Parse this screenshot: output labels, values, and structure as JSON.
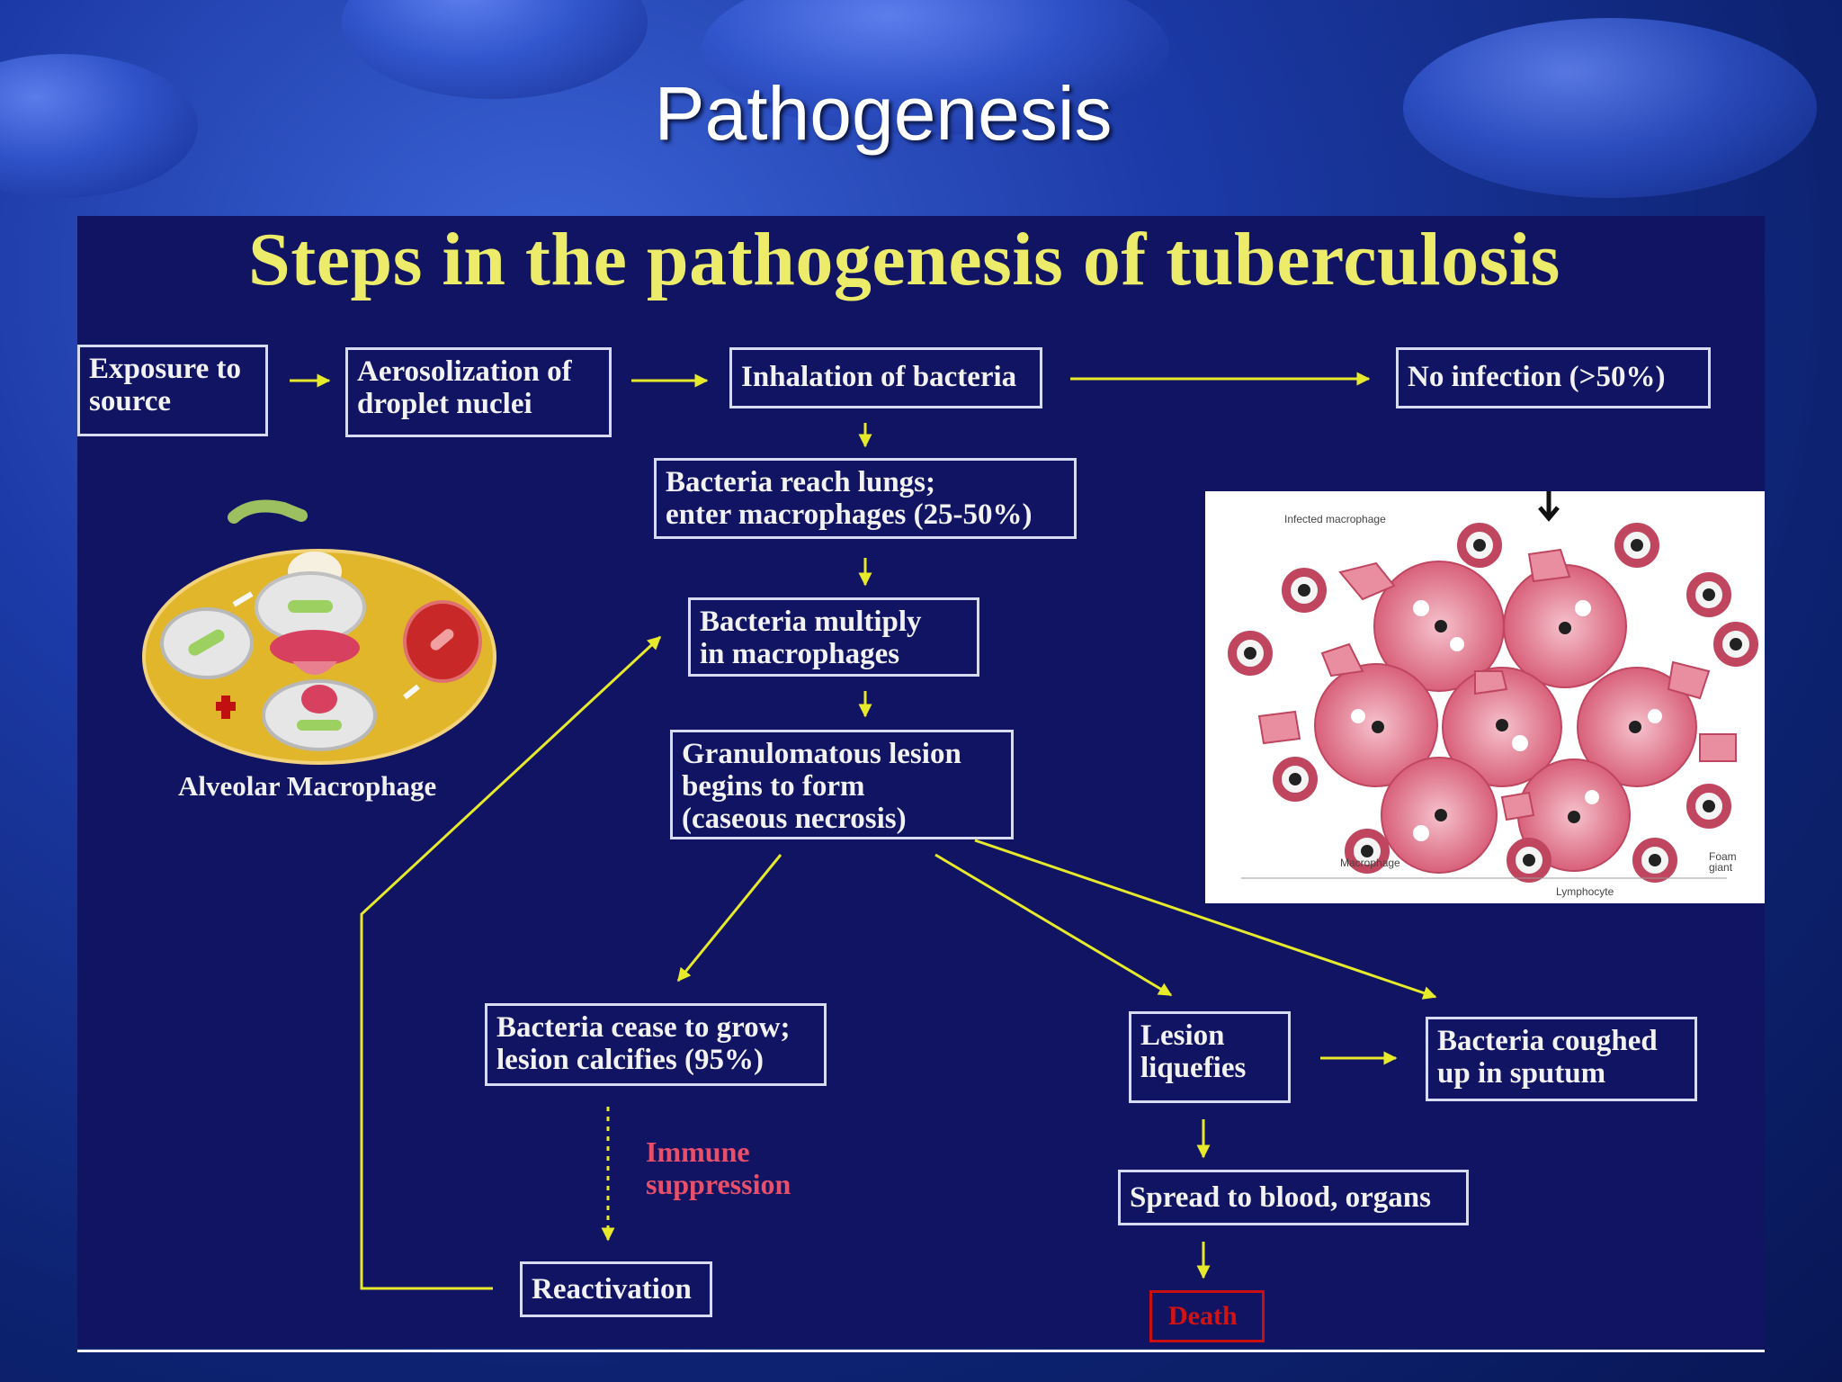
{
  "slide": {
    "title": "Pathogenesis"
  },
  "diagram": {
    "title": "Steps in the pathogenesis of tuberculosis",
    "steps": {
      "exposure": "Exposure to\nsource",
      "aerosolization": "Aerosolization of\ndroplet nuclei",
      "inhalation": "Inhalation of bacteria",
      "no_infection": "No infection (>50%)",
      "reach_lungs": "Bacteria reach lungs;\nenter macrophages (25-50%)",
      "multiply": "Bacteria multiply\nin macrophages",
      "granuloma": "Granulomatous lesion\nbegins to form\n(caseous necrosis)",
      "cease": "Bacteria cease to grow;\nlesion calcifies (95%)",
      "liquefies": "Lesion\nliquefies",
      "coughed": "Bacteria coughed\nup in sputum",
      "spread": "Spread to blood, organs",
      "reactivation": "Reactivation",
      "death": "Death"
    },
    "immune_label": "Immune\nsuppression",
    "macrophage_caption": "Alveolar Macrophage",
    "micrograph": {
      "labels": {
        "infected": "Infected macrophage",
        "macrophage": "Macrophage",
        "lymphocyte": "Lymphocyte",
        "foam": "Foam\ngiant"
      }
    }
  },
  "colors": {
    "title_yellow": "#ecec6a",
    "arrow": "#e6ea2a",
    "panel": "#111363",
    "death": "#d01414"
  }
}
